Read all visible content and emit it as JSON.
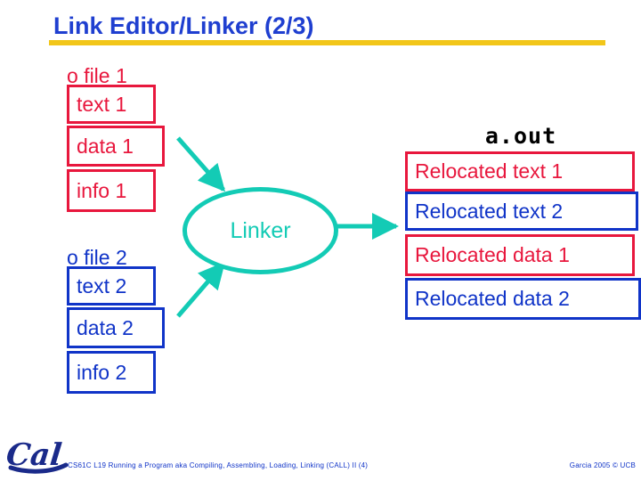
{
  "slide": {
    "title": "Link Editor/Linker (2/3)",
    "accent_rule_color": "#f2c619",
    "title_color": "#1f3fd0"
  },
  "colors": {
    "red": "#e8173d",
    "blue": "#1034c8",
    "teal": "#13cbb5",
    "black": "#000000"
  },
  "inputs": [
    {
      "caption": "o file 1",
      "color": "#e8173d",
      "sections": [
        {
          "label": "text 1"
        },
        {
          "label": "data 1"
        },
        {
          "label": "info 1"
        }
      ]
    },
    {
      "caption": "o file 2",
      "color": "#1034c8",
      "sections": [
        {
          "label": "text 2"
        },
        {
          "label": "data 2"
        },
        {
          "label": "info 2"
        }
      ]
    }
  ],
  "process": {
    "label": "Linker",
    "shape": "ellipse",
    "color": "#13cbb5"
  },
  "output": {
    "label": "a.out",
    "sections": [
      {
        "label": "Relocated text 1",
        "color": "#e8173d"
      },
      {
        "label": "Relocated text 2",
        "color": "#1034c8"
      },
      {
        "label": "Relocated data 1",
        "color": "#e8173d"
      },
      {
        "label": "Relocated data 2",
        "color": "#1034c8"
      }
    ]
  },
  "footer": {
    "logo_text": "Cal",
    "center": "CS61C L19 Running a Program aka Compiling, Assembling, Loading, Linking (CALL) II (4)",
    "center_lead": "CS61C L19",
    "right": "Garcia 2005 © UCB"
  }
}
